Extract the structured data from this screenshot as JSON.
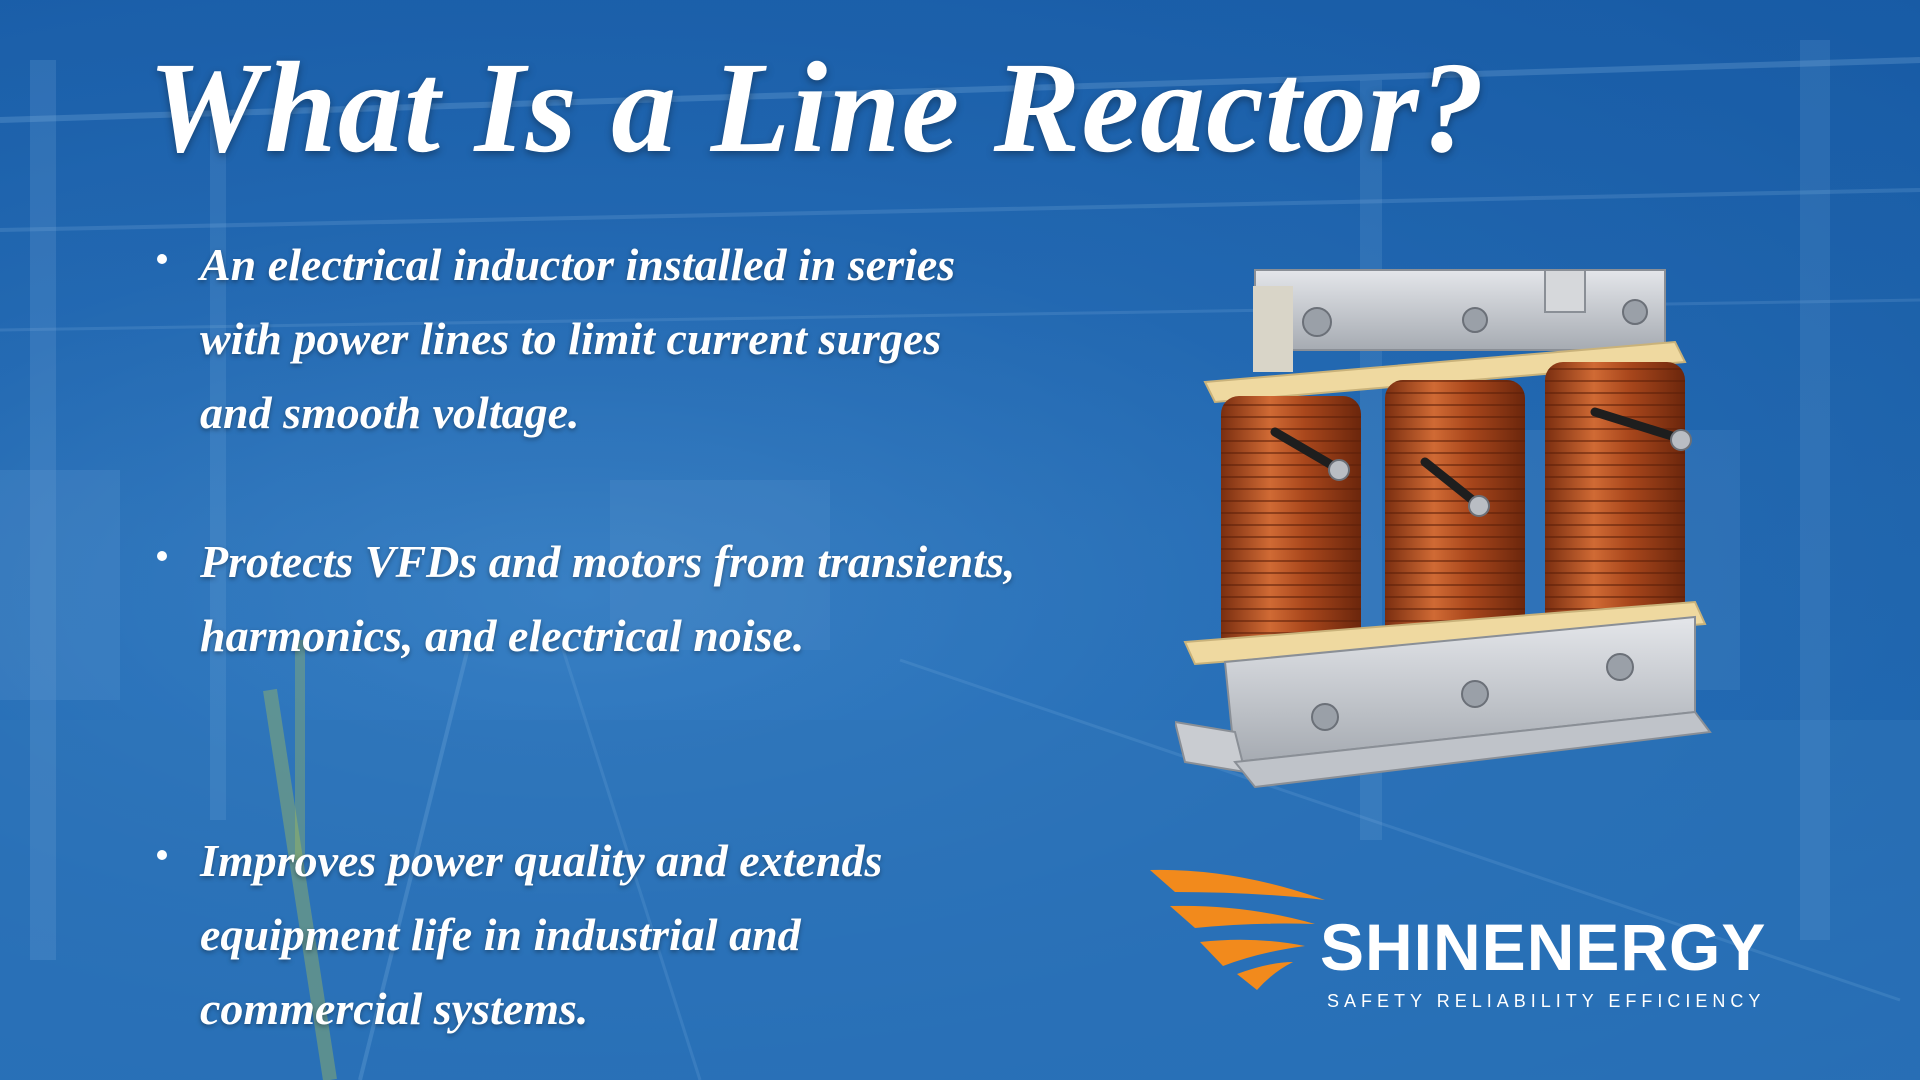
{
  "slide": {
    "title": "What Is a Line Reactor?",
    "bullets": [
      {
        "text": "An electrical inductor installed in series with power lines to limit current surges and smooth voltage."
      },
      {
        "text": "Protects VFDs and motors from transients, harmonics, and electrical noise."
      },
      {
        "text": "Improves power quality and extends equipment life in industrial and commercial systems."
      }
    ]
  },
  "logo": {
    "brand": "SHINENERGY",
    "tagline": "SAFETY RELIABILITY EFFICIENCY",
    "mark_color": "#f28a1c"
  },
  "colors": {
    "background": "#2b6fb3",
    "text": "#ffffff",
    "copper": "#b5501f",
    "insulator": "#efd9a0",
    "steel": "#c9ccd1"
  }
}
